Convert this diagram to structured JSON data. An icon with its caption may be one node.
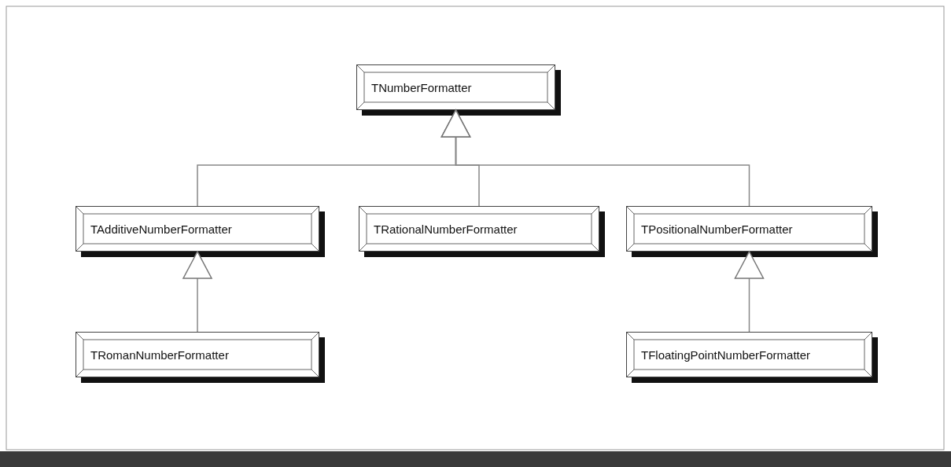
{
  "diagram": {
    "nodes": [
      {
        "text": [
          "TNumberFormatter"
        ]
      },
      {
        "text": [
          "TAdditiveNumberFormatter"
        ]
      },
      {
        "text": [
          "TRationalNumberFormatter"
        ]
      },
      {
        "text": [
          "TPositionalNumberFormatter"
        ]
      },
      {
        "text": [
          "TRomanNumberFormatter"
        ]
      },
      {
        "text": [
          "TFloatingPointNumberFormatter"
        ]
      }
    ],
    "edges": [
      {
        "from": 1,
        "to": 0,
        "arrow": "to"
      },
      {
        "from": 2,
        "to": 0,
        "arrow": "to"
      },
      {
        "from": 3,
        "to": 0,
        "arrow": "to"
      },
      {
        "from": 4,
        "to": 1,
        "arrow": "to"
      },
      {
        "from": 5,
        "to": 3,
        "arrow": "to"
      }
    ]
  }
}
